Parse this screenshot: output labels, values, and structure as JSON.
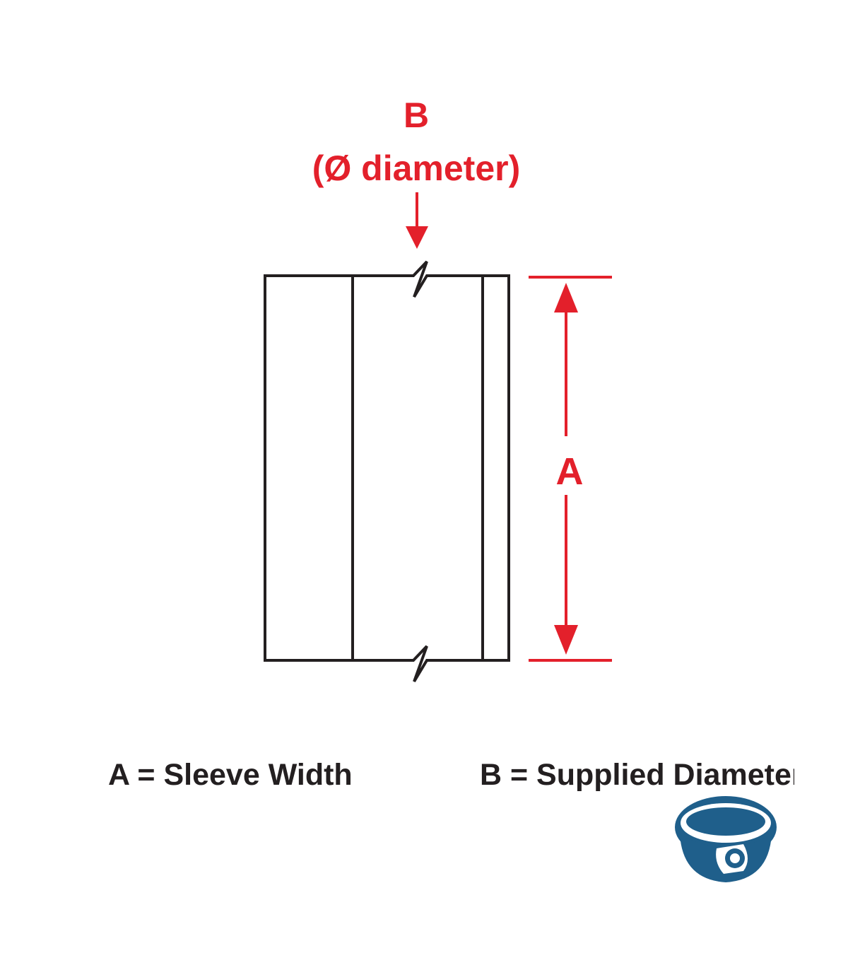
{
  "diagram": {
    "label_b": "B",
    "label_b_sub": "(Ø diameter)",
    "label_a": "A"
  },
  "legend": {
    "a": "A = Sleeve Width",
    "b": "B = Supplied Diameter"
  },
  "colors": {
    "dimension_red": "#e3202b",
    "outline_black": "#231f20",
    "logo_blue": "#1f5f8b"
  },
  "icons": {
    "logo": "security-camera-dome-icon"
  }
}
